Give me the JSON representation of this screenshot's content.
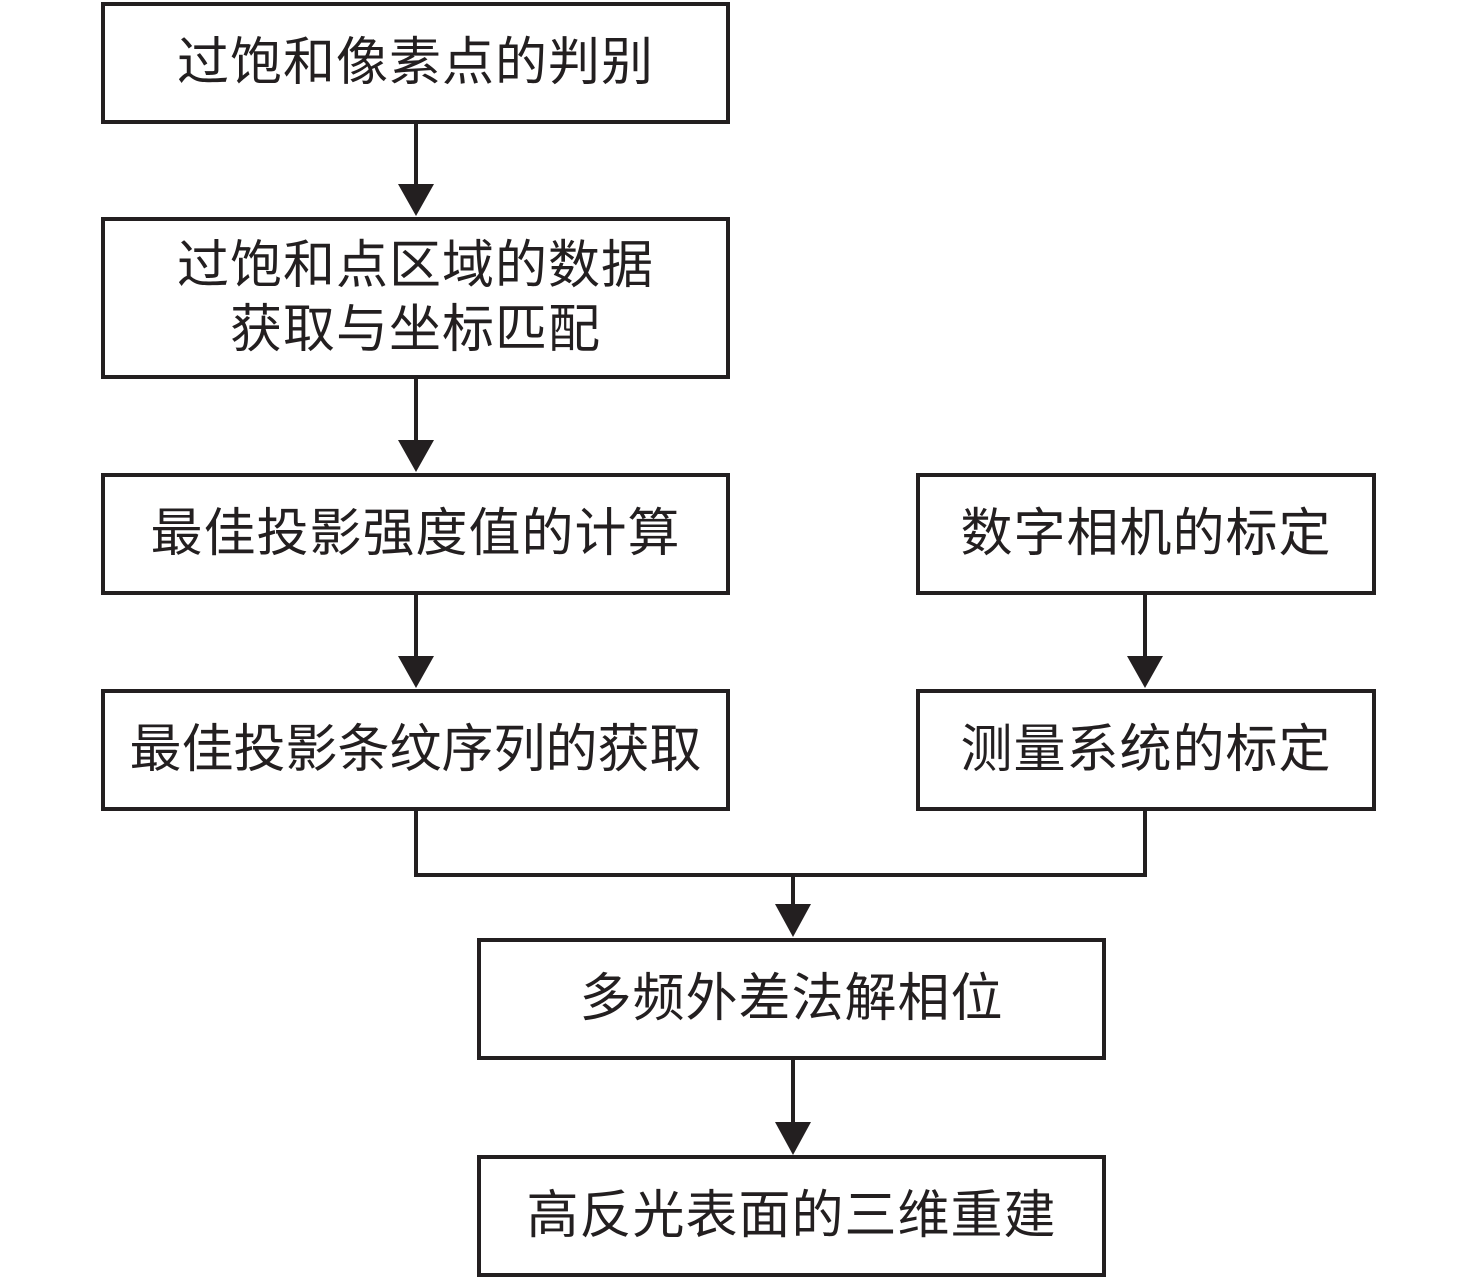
{
  "diagram": {
    "nodes": [
      {
        "id": "n1",
        "lines": [
          "过饱和像素点的判别"
        ]
      },
      {
        "id": "n2",
        "lines": [
          "过饱和点区域的数据",
          "获取与坐标匹配"
        ]
      },
      {
        "id": "n3",
        "lines": [
          "最佳投影强度值的计算"
        ]
      },
      {
        "id": "n4",
        "lines": [
          "数字相机的标定"
        ]
      },
      {
        "id": "n5",
        "lines": [
          "最佳投影条纹序列的获取"
        ]
      },
      {
        "id": "n6",
        "lines": [
          "测量系统的标定"
        ]
      },
      {
        "id": "n7",
        "lines": [
          "多频外差法解相位"
        ]
      },
      {
        "id": "n8",
        "lines": [
          "高反光表面的三维重建"
        ]
      }
    ],
    "edges": [
      {
        "from": "n1",
        "to": "n2"
      },
      {
        "from": "n2",
        "to": "n3"
      },
      {
        "from": "n3",
        "to": "n5"
      },
      {
        "from": "n4",
        "to": "n6"
      },
      {
        "from": "n5",
        "to": "n7"
      },
      {
        "from": "n6",
        "to": "n7"
      },
      {
        "from": "n7",
        "to": "n8"
      }
    ],
    "colors": {
      "stroke": "#231f20",
      "fill": "#ffffff",
      "text": "#231f20"
    }
  }
}
